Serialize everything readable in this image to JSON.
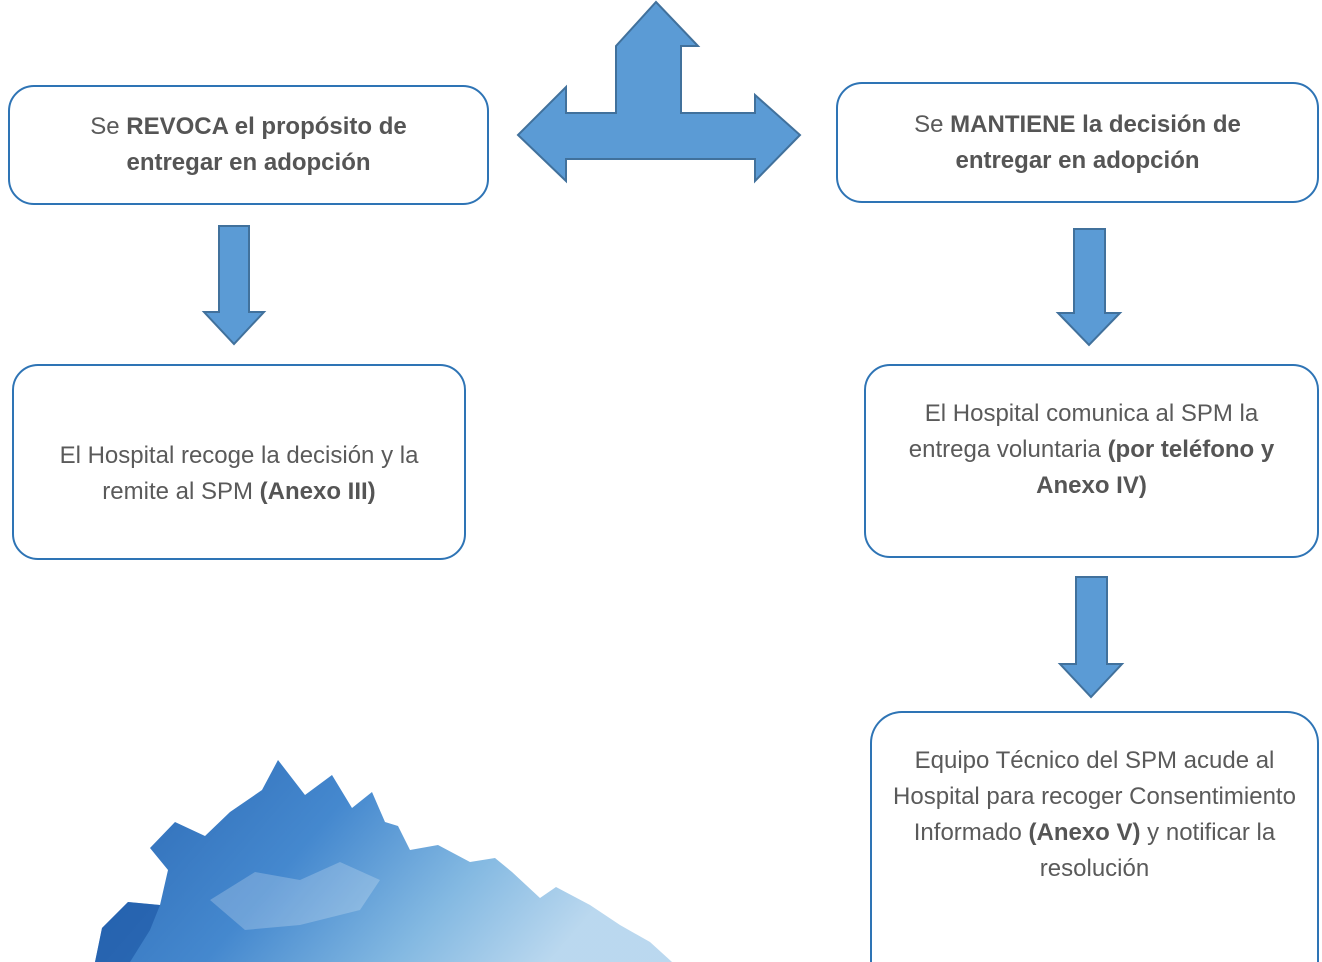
{
  "nodes": {
    "revoca": {
      "prefix": "Se ",
      "bold": "REVOCA el propósito de entregar en adopción"
    },
    "mantiene": {
      "prefix": "Se ",
      "bold": "MANTIENE la decisión de entregar en adopción"
    },
    "hospital_recoge": {
      "text": "El Hospital recoge la decisión y la remite al SPM ",
      "bold": "(Anexo III)"
    },
    "hospital_comunica": {
      "text": "El Hospital comunica al SPM la entrega voluntaria ",
      "bold": "(por teléfono y Anexo IV)"
    },
    "equipo_tecnico": {
      "text": "Equipo Técnico del SPM acude al Hospital para recoger Consentimiento Informado ",
      "bold": "(Anexo V)",
      "suffix": " y notificar la resolución"
    }
  },
  "colors": {
    "arrow_fill": "#5b9bd5",
    "arrow_stroke": "#41719c",
    "box_border": "#2e74b5",
    "text": "#5a5a5a",
    "splash_dark": "#1a5fb4",
    "splash_light": "#7fb8e3"
  }
}
